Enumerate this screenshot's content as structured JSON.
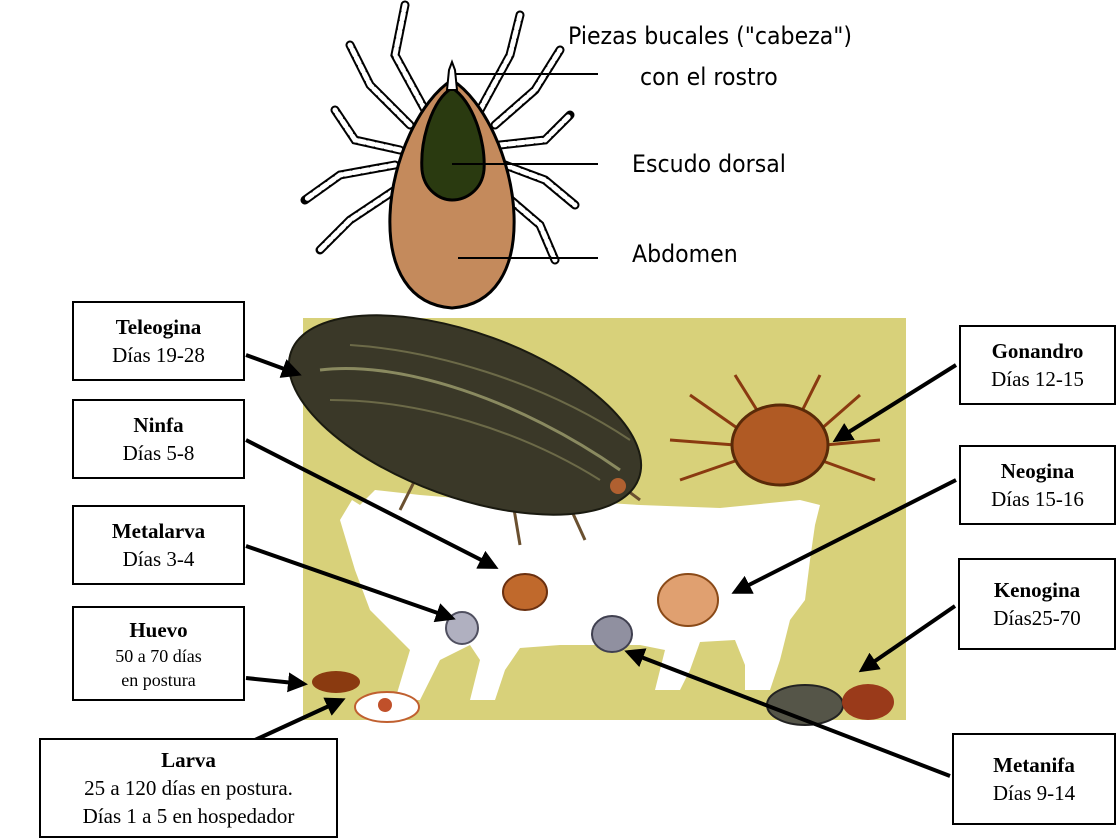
{
  "anatomy": {
    "mouthparts_line1": "Piezas bucales (\"cabeza\")",
    "mouthparts_line2": "con el rostro",
    "dorsal_shield": "Escudo dorsal",
    "abdomen": "Abdomen"
  },
  "stages": {
    "teleogina": {
      "name": "Teleogina",
      "days": "Días 19-28"
    },
    "ninfa": {
      "name": "Ninfa",
      "days": "Días 5-8"
    },
    "metalarva": {
      "name": "Metalarva",
      "days": "Días 3-4"
    },
    "huevo": {
      "name": "Huevo",
      "line1": "50 a 70 días",
      "line2": "en postura"
    },
    "larva": {
      "name": "Larva",
      "line1": "25 a 120 días en postura.",
      "line2": "Días 1 a 5 en hospedador"
    },
    "gonandro": {
      "name": "Gonandro",
      "days": "Días 12-15"
    },
    "neogina": {
      "name": "Neogina",
      "days": "Días 15-16"
    },
    "kenogina": {
      "name": "Kenogina",
      "days": "Días25-70"
    },
    "metanifa": {
      "name": "Metanifa",
      "days": "Días 9-14"
    }
  },
  "colors": {
    "panel_background": "#d8d17a",
    "tick_body": "#c48a5c",
    "tick_shield": "#2a3a10",
    "engorged_tick": "#3a3828",
    "cow_silhouette": "#ffffff",
    "arrows": "#000000"
  }
}
